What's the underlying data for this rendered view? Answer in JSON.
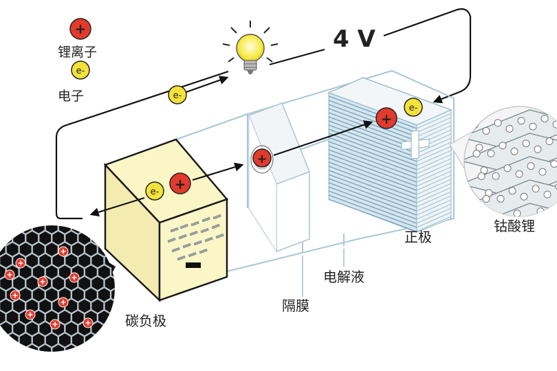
{
  "diagram": {
    "voltage": "4 V",
    "legend": {
      "ion_symbol": "+",
      "ion_label": "锂离子",
      "electron_symbol": "e-",
      "electron_label": "电子"
    },
    "labels": {
      "anode": "碳负极",
      "separator": "隔膜",
      "electrolyte": "电解液",
      "cathode": "正极",
      "cathode_material": "钴酸锂"
    },
    "signs": {
      "anode_sign": "−",
      "cathode_sign": "+"
    },
    "colors": {
      "ion": "#e23a2c",
      "electron": "#f3e23a",
      "anode_front": "#fbf6c6",
      "anode_side": "#f4ebb0",
      "cathode_face": "#8fb6cc",
      "outline": "#1a1a1a",
      "graphite_bg": "#111111"
    },
    "icons": [
      "light-bulb-icon",
      "lithium-ion-icon",
      "electron-icon"
    ]
  }
}
